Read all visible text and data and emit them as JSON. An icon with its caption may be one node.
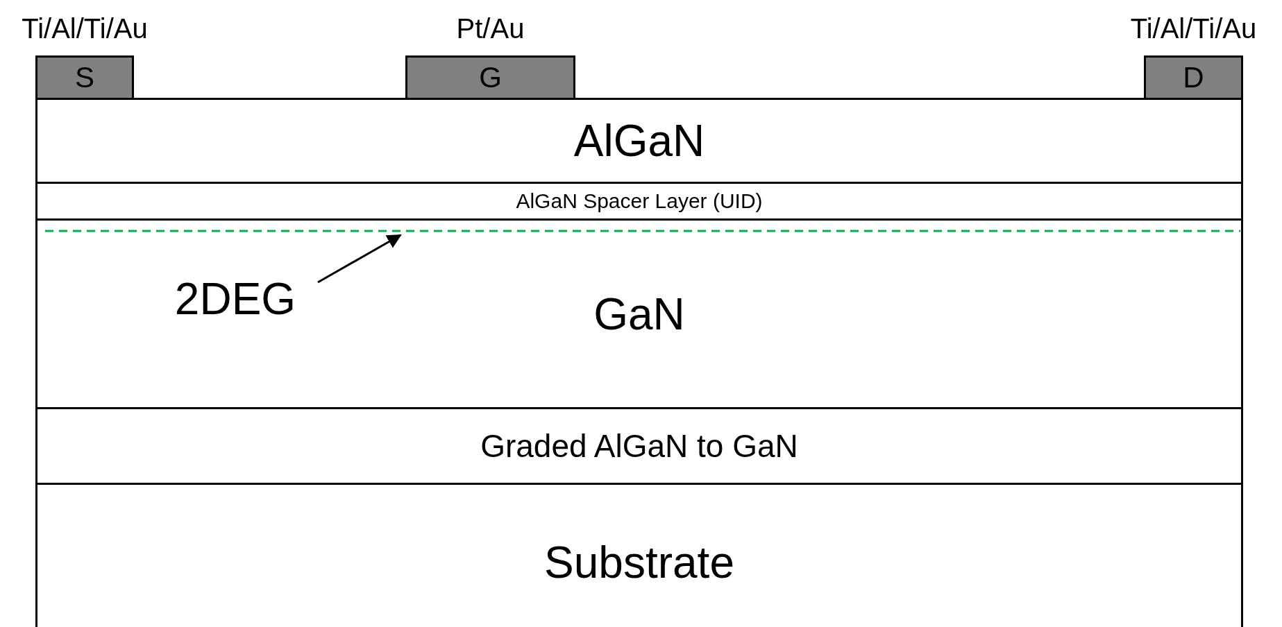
{
  "diagram": {
    "nodes": [
      {
        "text": [
          "S"
        ],
        "beside": [
          "Ti/Al/Ti/Au"
        ]
      },
      {
        "text": [
          "G"
        ],
        "beside": [
          "Pt/Au"
        ]
      },
      {
        "text": [
          "D"
        ],
        "beside": [
          "Ti/Al/Ti/Au"
        ]
      },
      {
        "text": [
          "AlGaN"
        ]
      },
      {
        "text": [
          "AlGaN Spacer Layer (UID)"
        ]
      },
      {
        "text": [
          "GaN"
        ]
      },
      {
        "text": [],
        "shape": "line",
        "in": 5
      },
      {
        "text": [
          "2DEG"
        ],
        "in": 5
      },
      {
        "text": [
          "Graded AlGaN to GaN"
        ]
      },
      {
        "text": [
          "Substrate"
        ]
      }
    ],
    "edges": [
      {
        "from": 7,
        "to": 6,
        "arrow": "to"
      }
    ]
  }
}
